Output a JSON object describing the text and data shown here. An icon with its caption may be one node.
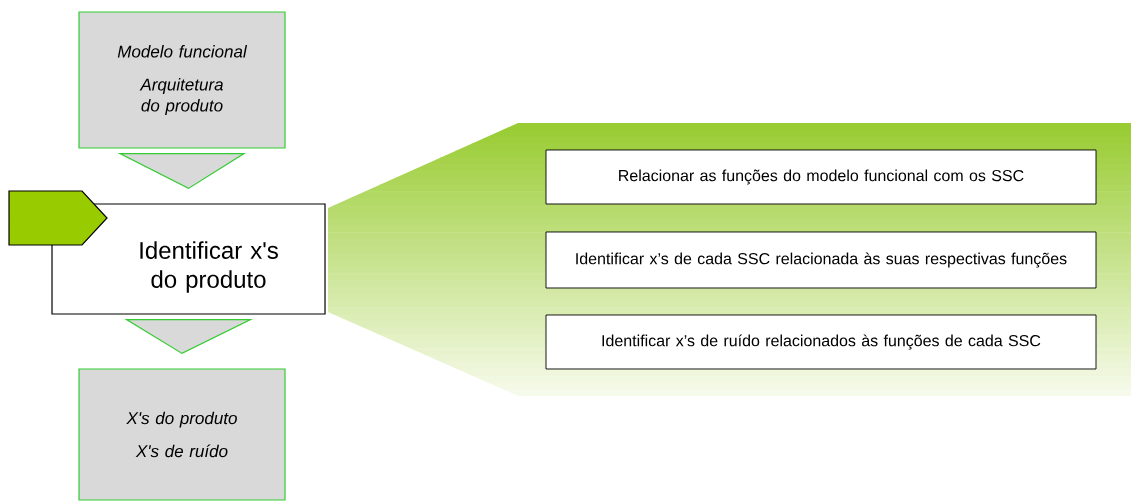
{
  "diagram": {
    "nodes": [
      {
        "text": [
          "Modelo funcional",
          "Arquitetura do produto"
        ]
      },
      {
        "text": [
          "Identificar x's do produto"
        ]
      },
      {
        "text": [
          "X's do produto",
          "X's de ruído"
        ]
      },
      {
        "text": [],
        "shape": "band"
      },
      {
        "text": [
          "Relacionar as funções do modelo funcional com os SSC"
        ],
        "in": 3
      },
      {
        "text": [
          "Identificar x’s de cada SSC relacionada às suas respectivas funções"
        ],
        "in": 3
      },
      {
        "text": [
          "Identificar x’s de ruído relacionados às funções de cada SSC"
        ],
        "in": 3
      }
    ],
    "edges": [
      {
        "from": 0,
        "to": 1,
        "arrow": "to"
      },
      {
        "from": 1,
        "to": 2,
        "arrow": "to"
      }
    ]
  }
}
